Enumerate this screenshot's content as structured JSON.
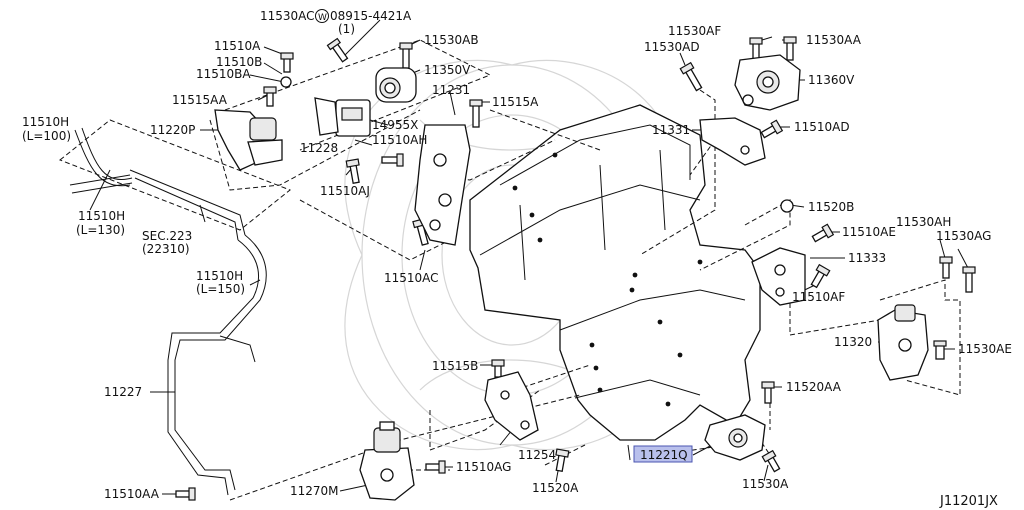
{
  "diagram": {
    "code": "J11201JX",
    "highlighted_part": "11221Q",
    "labels": {
      "l_11530AC": "11530AC",
      "l_08915": "08915-4421A",
      "l_w_mark": "W",
      "l_qty1": "(1)",
      "l_11530AB": "11530AB",
      "l_11510A": "11510A",
      "l_11510B": "11510B",
      "l_11510BA": "11510BA",
      "l_11350V": "11350V",
      "l_11515AA": "11515AA",
      "l_11231": "11231",
      "l_11515A": "11515A",
      "l_11510H_a": "11510H",
      "l_L100": "(L=100)",
      "l_11220P": "11220P",
      "l_14955X": "14955X",
      "l_11510AH": "11510AH",
      "l_11228": "11228",
      "l_11510AJ": "11510AJ",
      "l_11510H_b": "11510H",
      "l_L130": "(L=130)",
      "l_SEC223": "SEC.223",
      "l_22310": "(22310)",
      "l_11510H_c": "11510H",
      "l_L150": "(L=150)",
      "l_11510AC": "11510AC",
      "l_11227": "11227",
      "l_11515B": "11515B",
      "l_11254": "11254",
      "l_11510AG": "11510AG",
      "l_11270M": "11270M",
      "l_11510AA": "11510AA",
      "l_11520A": "11520A",
      "l_11221Q": "11221Q",
      "l_11530A": "11530A",
      "l_11520AA": "11520AA",
      "l_11530AF": "11530AF",
      "l_11530AA": "11530AA",
      "l_11530AD": "11530AD",
      "l_11360V": "11360V",
      "l_11331": "11331",
      "l_11510AD": "11510AD",
      "l_11520B": "11520B",
      "l_11510AE": "11510AE",
      "l_11333": "11333",
      "l_11510AF": "11510AF",
      "l_11530AH": "11530AH",
      "l_11530AG": "11530AG",
      "l_11320": "11320",
      "l_11530AE": "11530AE"
    }
  }
}
